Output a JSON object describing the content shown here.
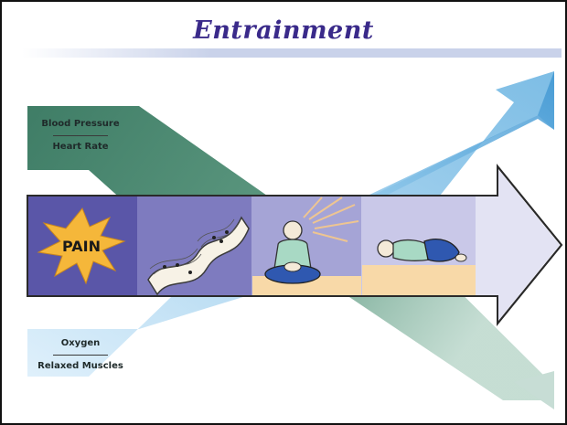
{
  "slide": {
    "title": "Entrainment"
  },
  "inputs": {
    "top_labels": [
      "Blood Pressure",
      "Heart Rate"
    ],
    "bottom_labels": [
      "Oxygen",
      "Relaxed Muscles"
    ]
  },
  "panels": [
    {
      "id": "pain",
      "text": "PAIN",
      "bg": "#5a56a8"
    },
    {
      "id": "music",
      "text": "",
      "bg": "#7e7bbf"
    },
    {
      "id": "meditation",
      "text": "",
      "bg": "#a5a4d6"
    },
    {
      "id": "resting",
      "text": "",
      "bg": "#c9c8e8"
    },
    {
      "id": "tip",
      "text": "",
      "bg": "#e3e3f3"
    }
  ],
  "colors": {
    "title": "#3a2a8a",
    "green_arrow": "#4d8a72",
    "blue_arrow": "#5aa9d6",
    "pain_burst": "#f5b73a",
    "floor": "#f8d9a8"
  }
}
